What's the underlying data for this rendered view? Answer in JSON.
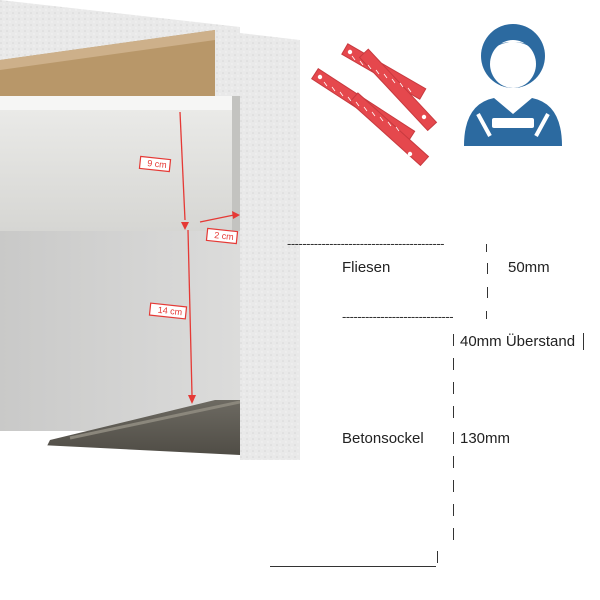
{
  "photo": {
    "measure_top": "9 cm",
    "measure_side": "2 cm",
    "measure_bottom": "14 cm"
  },
  "icons": {
    "ruler": "folding-ruler-icon",
    "worker": "craftsman-icon",
    "ruler_color": "#e5484d",
    "worker_color": "#2c6aa0"
  },
  "sketch": {
    "tiles_label": "Fliesen",
    "tiles_value": "50mm",
    "overhang_value": "40mm Überstand",
    "base_label": "Betonsockel",
    "base_value": "130mm"
  }
}
